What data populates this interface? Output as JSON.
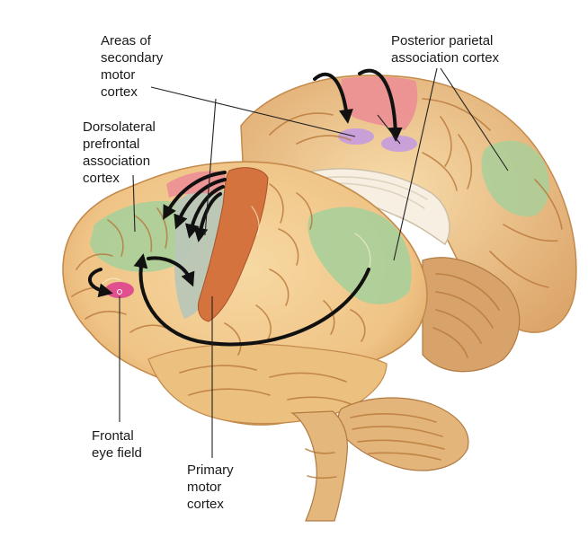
{
  "labels": {
    "secondary_motor": "Areas of\nsecondary\nmotor\ncortex",
    "posterior_parietal": "Posterior parietal\nassociation cortex",
    "dorsolateral": "Dorsolateral\nprefrontal\nassociation\ncortex",
    "frontal_eye": "Frontal\neye field",
    "primary_motor": "Primary\nmotor\ncortex"
  },
  "colors": {
    "brain_tan": "#f0c98a",
    "brain_shadow": "#d9a35f",
    "secondary_motor_pink": "#ec8f95",
    "secondary_motor_purple": "#c9a0d8",
    "association_green": "#a9cf9a",
    "primary_motor_orange": "#d4733e",
    "premotor_gray": "#b9c6b7",
    "frontal_eye_magenta": "#e0508f",
    "arrow": "#111111"
  }
}
